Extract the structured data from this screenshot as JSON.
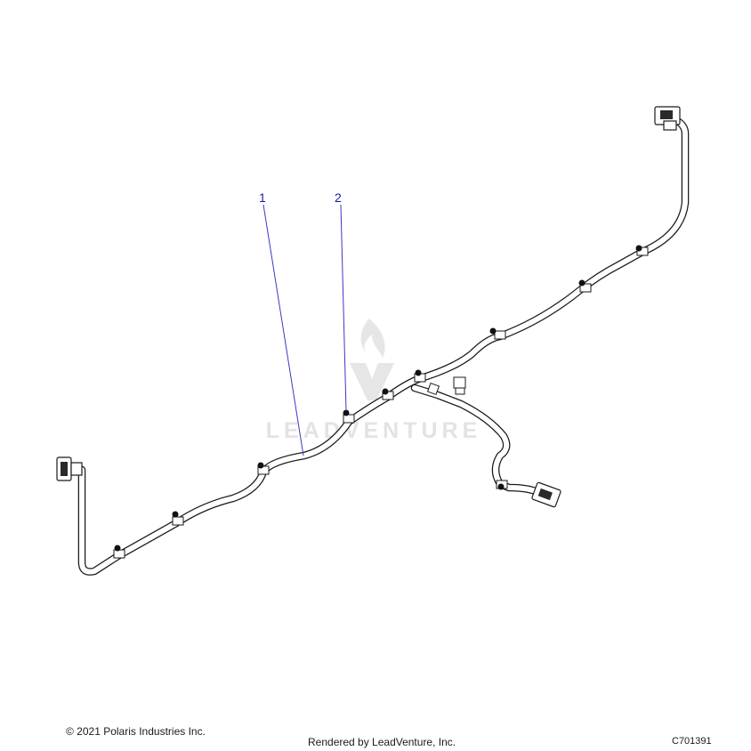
{
  "diagram": {
    "watermark": "LEADVENTURE",
    "callouts": [
      {
        "label": "1"
      },
      {
        "label": "2"
      }
    ]
  },
  "footer": {
    "copyright": "© 2021 Polaris Industries Inc.",
    "rendered_by": "Rendered by LeadVenture, Inc.",
    "diagram_code": "C701391"
  },
  "colors": {
    "callout": "#1a1aa6",
    "line": "#1a1a1a",
    "watermark": "#e3e3e3"
  }
}
